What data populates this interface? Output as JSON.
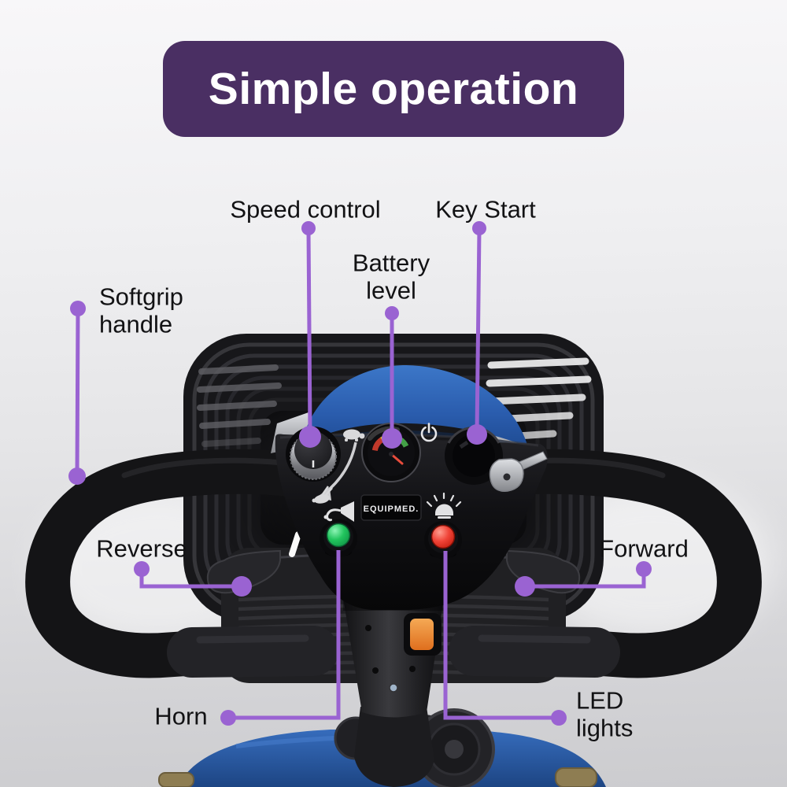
{
  "banner": {
    "title": "Simple operation"
  },
  "callouts": {
    "speed_control": {
      "label": "Speed control"
    },
    "battery_level": {
      "label": "Battery\nlevel"
    },
    "key_start": {
      "label": "Key Start"
    },
    "softgrip_handle": {
      "label": "Softgrip\nhandle"
    },
    "reverse": {
      "label": "Reverse"
    },
    "forward": {
      "label": "Forward"
    },
    "horn": {
      "label": "Horn"
    },
    "led_lights": {
      "label": "LED\nlights"
    }
  },
  "panel": {
    "brand": "EQUIPMED."
  },
  "icons": {
    "power": "power-icon",
    "slow_speed": "tortoise-icon",
    "fast_speed": "hare-icon",
    "speed_range": "speed-arrow-icon",
    "horn": "horn-icon",
    "led_light": "led-light-icon"
  },
  "colors": {
    "banner_bg": "#4A2F63",
    "banner_text": "#FFFFFF",
    "callout_accent": "#9A63D2",
    "label_text": "#121214",
    "tiller_cover_blue": "#2A5CAD",
    "body_blue": "#2E62B0",
    "horn_button_green": "#22C55E",
    "led_button_red": "#E8271B",
    "key_silver": "#C9CBD0",
    "charge_lever_orange": "#E98A2B"
  }
}
